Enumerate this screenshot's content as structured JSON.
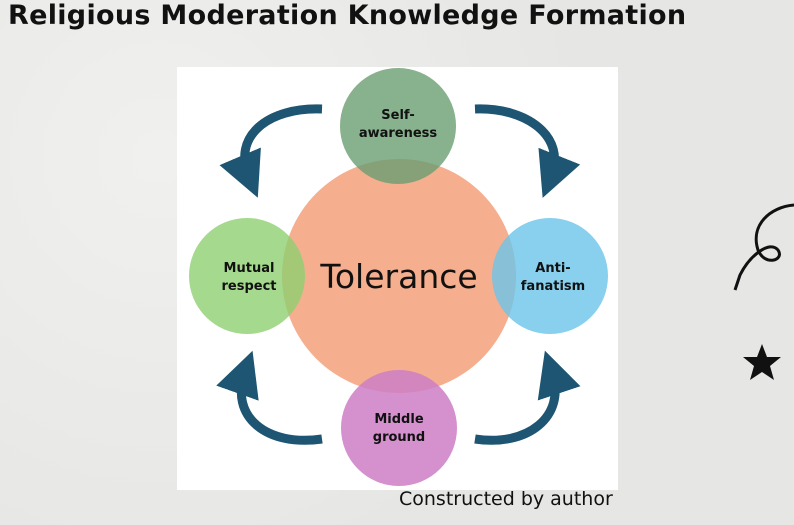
{
  "title": "Religious Moderation Knowledge Formation",
  "diagram": {
    "center": "Tolerance",
    "nodes": [
      {
        "line1": "Self-",
        "line2": "awareness",
        "color": "#6a9e72"
      },
      {
        "line1": "Anti-",
        "line2": "fanatism",
        "color": "#6cc4ea"
      },
      {
        "line1": "Middle",
        "line2": "ground",
        "color": "#cc7ec6"
      },
      {
        "line1": "Mutual",
        "line2": "respect",
        "color": "#8fcf70"
      }
    ],
    "center_color": "#f3a07a",
    "arrow_color": "#1d5572"
  },
  "caption": "Constructed by author"
}
